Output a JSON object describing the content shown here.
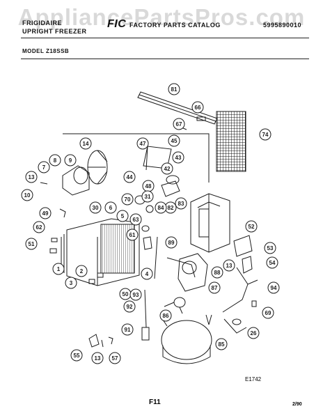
{
  "header": {
    "line1_left": "FRIGIDAIRE",
    "line2_left": "UPRIGHT FREEZER",
    "brand_mark": "FIC",
    "catalog_title": "FACTORY PARTS CATALOG",
    "catalog_number": "5995890010",
    "watermark": "AppliancePartsPros.com"
  },
  "model_label": "MODEL Z18SSB",
  "callouts": [
    "81",
    "66",
    "67",
    "74",
    "45",
    "47",
    "43",
    "42",
    "44",
    "14",
    "8",
    "9",
    "7",
    "13",
    "48",
    "70",
    "31",
    "82",
    "84",
    "83",
    "10",
    "30",
    "6",
    "5",
    "49",
    "62",
    "51",
    "63",
    "61",
    "1",
    "2",
    "3",
    "4",
    "50",
    "52",
    "53",
    "54",
    "89",
    "88",
    "87",
    "13",
    "94",
    "93",
    "92",
    "69",
    "86",
    "91",
    "85",
    "26",
    "55",
    "13",
    "57"
  ],
  "footer": {
    "figure_code": "E1742",
    "page_number": "F11",
    "date": "2/90"
  },
  "colors": {
    "line": "#1a1a1a",
    "watermark": "#bdbdbd"
  }
}
